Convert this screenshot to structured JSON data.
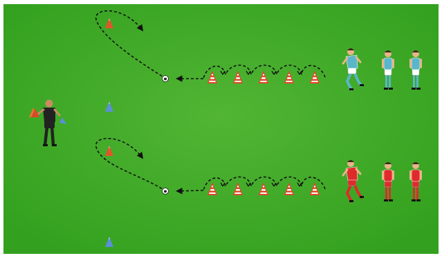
{
  "diagram": {
    "pitch_color": "#33a11f",
    "pitch_color_light": "#52b534",
    "lanes": [
      {
        "name": "top-lane",
        "team_color": "#5bb6c9",
        "shorts_color": "#ffffff",
        "socks_color": "#5bb6c9",
        "players": 3,
        "dribble_cones": 5,
        "ball": "soccer-ball-icon",
        "turn_cone_color": "#e0562b"
      },
      {
        "name": "bottom-lane",
        "team_color": "#e02a2a",
        "shorts_color": "#e02a2a",
        "socks_color": "#e02a2a",
        "players": 3,
        "dribble_cones": 5,
        "ball": "soccer-ball-icon",
        "turn_cone_color": "#e0562b"
      }
    ],
    "coach": {
      "name": "coach-figure",
      "kit_color": "#222222",
      "holding": "cones-stack-icon"
    },
    "marker_cones": {
      "color": "#5b8fd6",
      "count": 2
    },
    "cone_stripe_colors": [
      "#e04a2a",
      "#ffffff"
    ],
    "path_style": "dashed-arrow"
  }
}
